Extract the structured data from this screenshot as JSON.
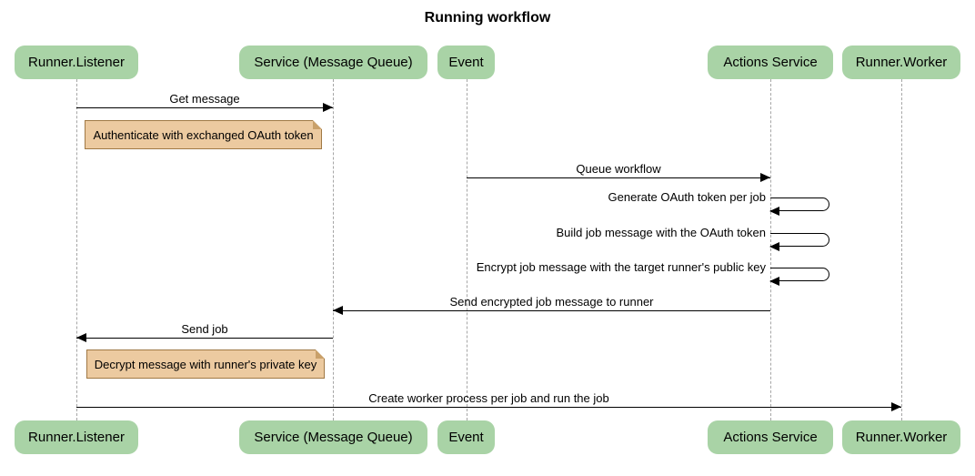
{
  "title": "Running workflow",
  "diagram_type": "sequence",
  "theme": {
    "actor_fill": "#a9d3a6",
    "note_fill": "#eccaa0",
    "note_border": "#a07945",
    "lifeline_color": "#a6a6a6",
    "arrow_color": "#000000",
    "background": "#ffffff"
  },
  "actors": [
    {
      "label": "Runner.Listener"
    },
    {
      "label": "Service (Message Queue)"
    },
    {
      "label": "Event"
    },
    {
      "label": "Actions Service"
    },
    {
      "label": "Runner.Worker"
    }
  ],
  "messages": [
    {
      "label": "Get message",
      "from": "Runner.Listener",
      "to": "Service (Message Queue)",
      "kind": "arrow-right"
    },
    {
      "label": "Queue workflow",
      "from": "Event",
      "to": "Actions Service",
      "kind": "arrow-right"
    },
    {
      "label": "Generate OAuth token per job",
      "from": "Actions Service",
      "to": "Actions Service",
      "kind": "self-loop"
    },
    {
      "label": "Build job message with the OAuth token",
      "from": "Actions Service",
      "to": "Actions Service",
      "kind": "self-loop"
    },
    {
      "label": "Encrypt job message with the target runner's public key",
      "from": "Actions Service",
      "to": "Actions Service",
      "kind": "self-loop"
    },
    {
      "label": "Send encrypted job message to runner",
      "from": "Actions Service",
      "to": "Service (Message Queue)",
      "kind": "arrow-left"
    },
    {
      "label": "Send job",
      "from": "Service (Message Queue)",
      "to": "Runner.Listener",
      "kind": "arrow-left"
    },
    {
      "label": "Create worker process per job and run the job",
      "from": "Runner.Listener",
      "to": "Runner.Worker",
      "kind": "arrow-right"
    }
  ],
  "notes": [
    {
      "text": "Authenticate with exchanged OAuth token",
      "over": "Runner.Listener"
    },
    {
      "text": "Decrypt message with runner's private key",
      "over": "Runner.Listener"
    }
  ]
}
